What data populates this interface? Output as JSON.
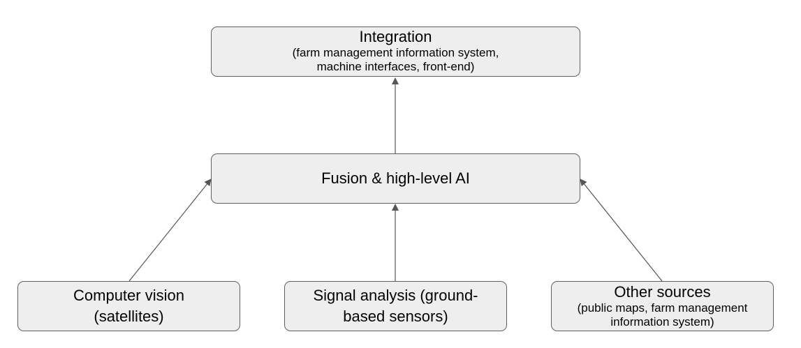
{
  "nodes": {
    "integration": {
      "title": "Integration",
      "subtitle_line1": "(farm management information system,",
      "subtitle_line2": "machine interfaces, front-end)"
    },
    "fusion": {
      "title": "Fusion & high-level AI"
    },
    "computer_vision": {
      "title": "Computer vision (satellites)"
    },
    "signal_analysis": {
      "title": "Signal analysis (ground-based sensors)"
    },
    "other_sources": {
      "title": "Other sources",
      "subtitle_line1": "(public maps, farm management",
      "subtitle_line2": "information system)"
    }
  },
  "edges": [
    {
      "from": "fusion",
      "to": "integration"
    },
    {
      "from": "computer_vision",
      "to": "fusion"
    },
    {
      "from": "signal_analysis",
      "to": "fusion"
    },
    {
      "from": "other_sources",
      "to": "fusion"
    }
  ]
}
